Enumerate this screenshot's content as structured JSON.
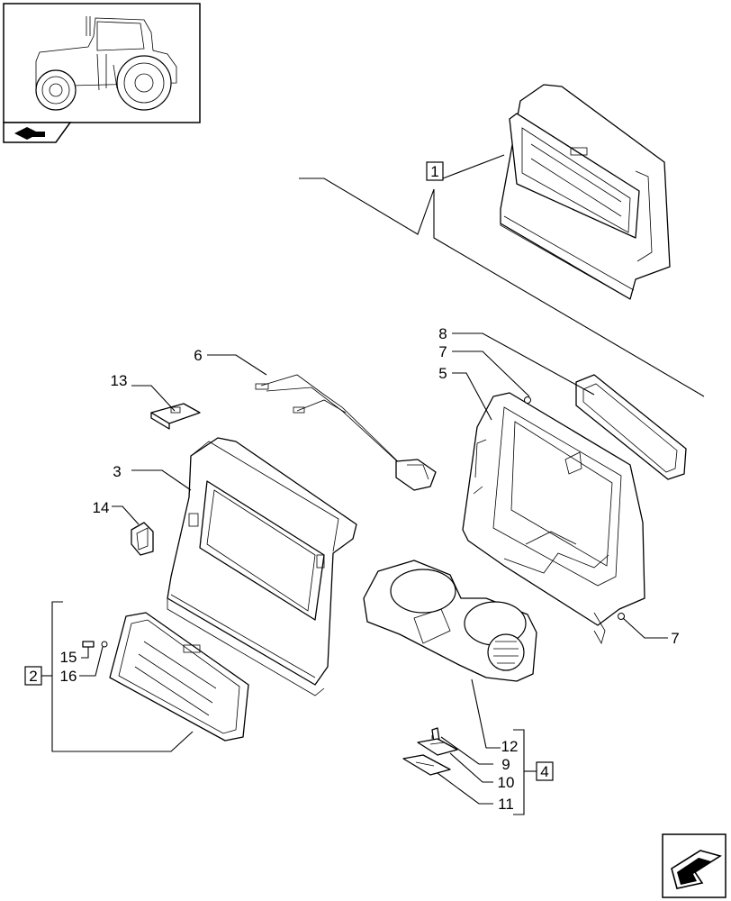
{
  "callouts": [
    {
      "id": "c1",
      "text": "1"
    },
    {
      "id": "c2",
      "text": "2"
    },
    {
      "id": "c3",
      "text": "3"
    },
    {
      "id": "c4",
      "text": "4"
    },
    {
      "id": "c5",
      "text": "5"
    },
    {
      "id": "c6",
      "text": "6"
    },
    {
      "id": "c7a",
      "text": "7"
    },
    {
      "id": "c7b",
      "text": "7"
    },
    {
      "id": "c8",
      "text": "8"
    },
    {
      "id": "c9",
      "text": "9"
    },
    {
      "id": "c10",
      "text": "10"
    },
    {
      "id": "c11",
      "text": "11"
    },
    {
      "id": "c12",
      "text": "12"
    },
    {
      "id": "c13",
      "text": "13"
    },
    {
      "id": "c14",
      "text": "14"
    },
    {
      "id": "c15",
      "text": "15"
    },
    {
      "id": "c16",
      "text": "16"
    }
  ],
  "icons": {
    "thumbnail": "tractor-thumbnail-icon",
    "corner_nav": "tab-arrow-icon",
    "next_page": "next-page-arrow-icon"
  }
}
